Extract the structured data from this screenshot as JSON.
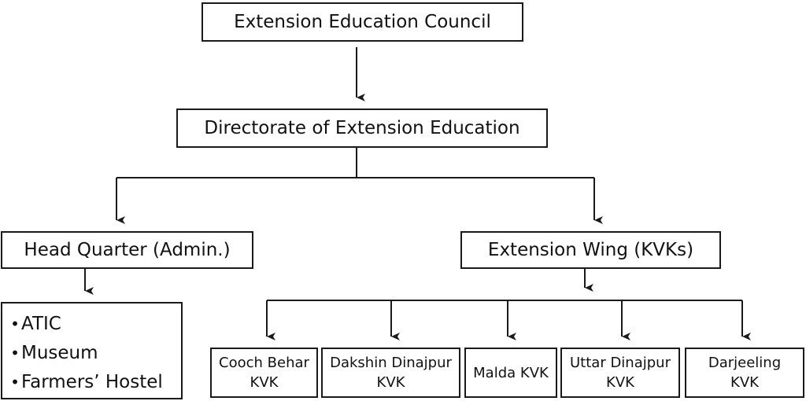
{
  "council": "Extension Education Council",
  "directorate": "Directorate of Extension Education",
  "head_quarter": "Head Quarter (Admin.)",
  "extension_wing": "Extension Wing (KVKs)",
  "hq_services": [
    "ATIC",
    "Museum",
    "Farmers’ Hostel"
  ],
  "kvks": [
    {
      "line1": "Cooch Behar",
      "line2": "KVK"
    },
    {
      "line1": "Dakshin Dinajpur",
      "line2": "KVK"
    },
    {
      "line1": "Malda KVK",
      "line2": ""
    },
    {
      "line1": "Uttar Dinajpur",
      "line2": "KVK"
    },
    {
      "line1": "Darjeeling",
      "line2": "KVK"
    }
  ]
}
